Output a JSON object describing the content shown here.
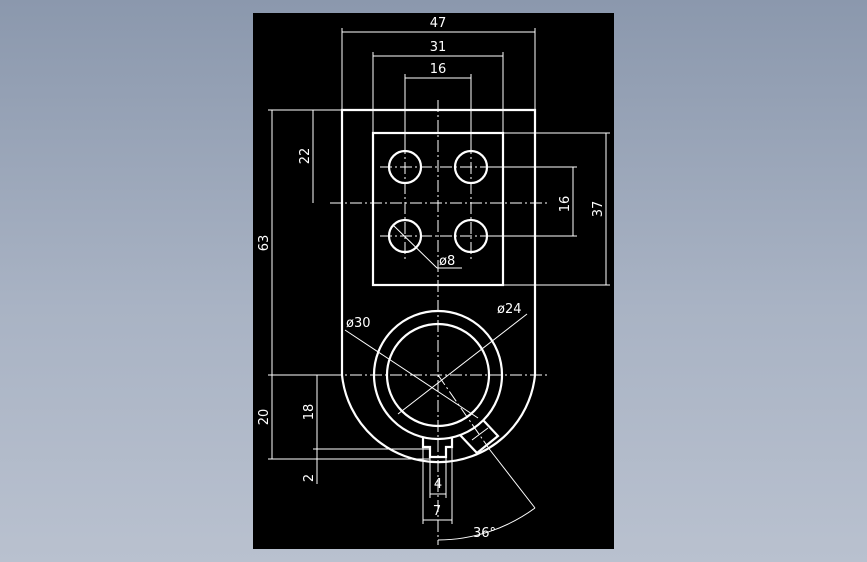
{
  "colors": {
    "background_gradient_top": "#8b98ad",
    "background_gradient_bottom": "#b9c1cf",
    "drawing_area": "#000000",
    "lines": "#ffffff"
  },
  "dimensions": {
    "width_overall": "47",
    "width_plate": "31",
    "hole_spacing_horizontal": "16",
    "height_upper": "22",
    "height_total": "63",
    "hole_spacing_vertical": "16",
    "plate_height": "37",
    "hole_diameter": "ø8",
    "outer_diameter": "ø30",
    "inner_diameter": "ø24",
    "lower_radius_height": "20",
    "lower_height": "18",
    "small_offset": "2",
    "slot_width": "4",
    "tab_width": "7",
    "angle": "36°"
  }
}
